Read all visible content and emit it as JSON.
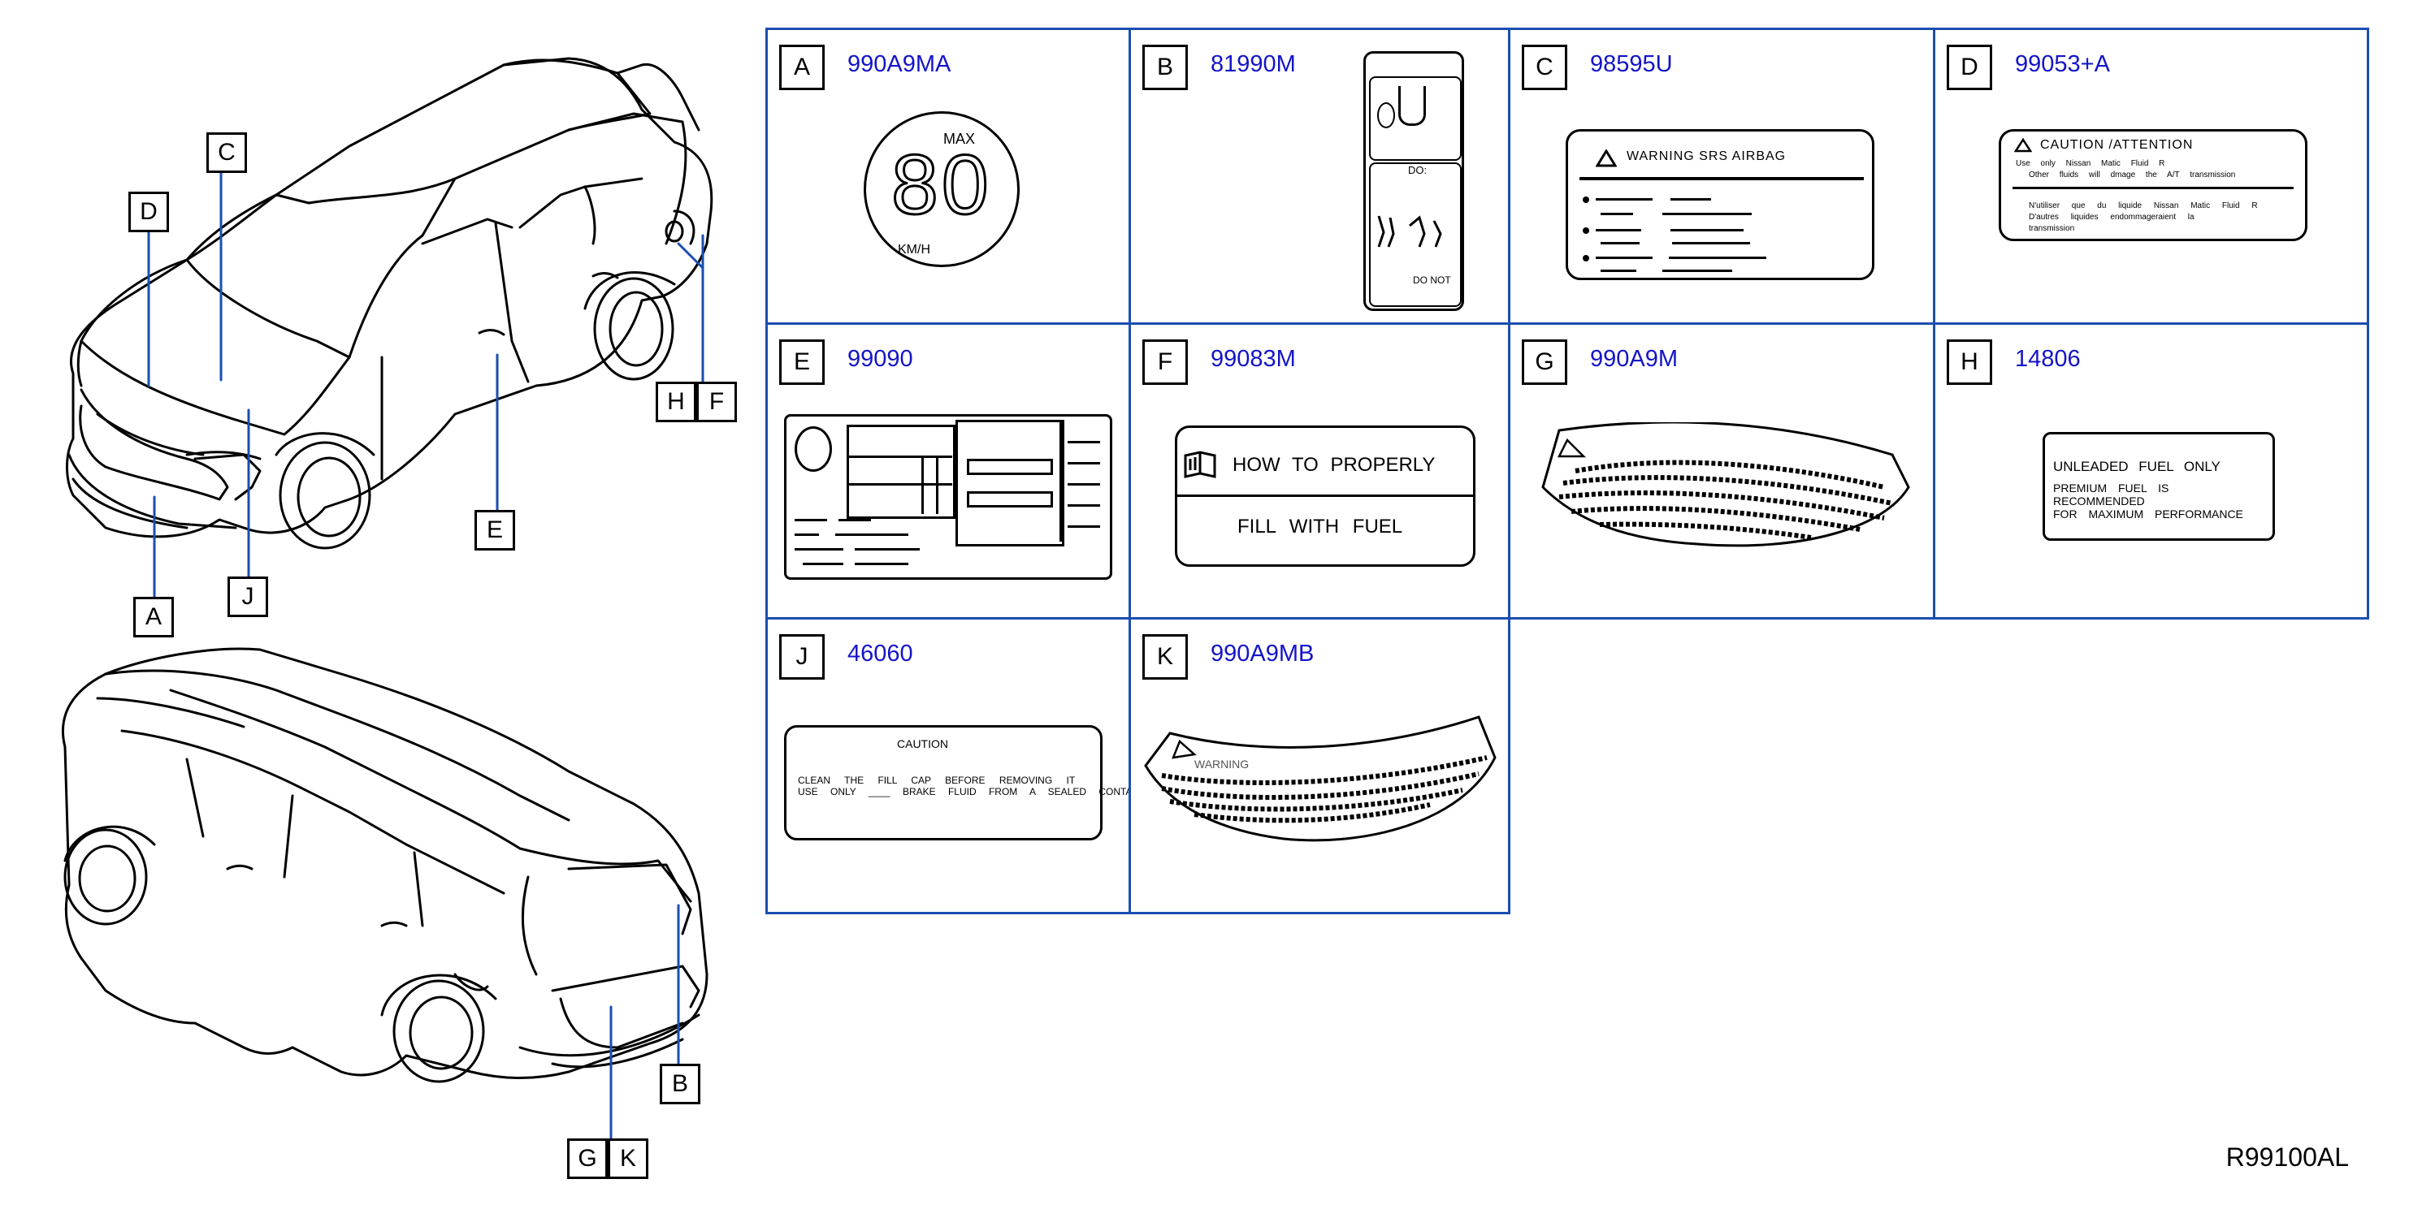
{
  "diagram_code": "R99100AL",
  "callouts": {
    "A": "A",
    "B": "B",
    "C": "C",
    "D": "D",
    "E": "E",
    "F": "F",
    "G": "G",
    "H": "H",
    "J": "J",
    "K": "K"
  },
  "labels": [
    {
      "letter": "A",
      "part_number": "990A9MA"
    },
    {
      "letter": "B",
      "part_number": "81990M"
    },
    {
      "letter": "C",
      "part_number": "98595U"
    },
    {
      "letter": "D",
      "part_number": "99053+A"
    },
    {
      "letter": "E",
      "part_number": "99090"
    },
    {
      "letter": "F",
      "part_number": "99083M"
    },
    {
      "letter": "G",
      "part_number": "990A9M"
    },
    {
      "letter": "H",
      "part_number": "14806"
    },
    {
      "letter": "J",
      "part_number": "46060"
    },
    {
      "letter": "K",
      "part_number": "990A9MB"
    }
  ],
  "label_text": {
    "A": {
      "max": "MAX",
      "speed": "80",
      "unit": "KM/H"
    },
    "B": {
      "do": "DO:",
      "do_not": "DO NOT"
    },
    "C": {
      "heading": "WARNING SRS AIRBAG"
    },
    "D": {
      "heading": "CAUTION /ATTENTION",
      "line1": "Use only Nissan Matic Fluid R",
      "line2": "Other fluids will dmage the A/T transmission",
      "line3": "N'utiliser que du liquide Nissan Matic Fluid R",
      "line4": "D'autres liquides endommageraient la",
      "line5": "transmission"
    },
    "F": {
      "line1": "HOW TO PROPERLY",
      "line2": "FILL WITH FUEL"
    },
    "H": {
      "line1": "UNLEADED FUEL ONLY",
      "line2": "PREMIUM FUEL IS",
      "line3": "RECOMMENDED",
      "line4": "FOR MAXIMUM PERFORMANCE"
    },
    "J": {
      "heading": "CAUTION",
      "line1": "CLEAN THE FILL CAP BEFORE REMOVING IT",
      "line2": "USE ONLY ____ BRAKE FLUID FROM A SEALED CONTAINER"
    },
    "K": {
      "heading": "WARNING"
    }
  }
}
